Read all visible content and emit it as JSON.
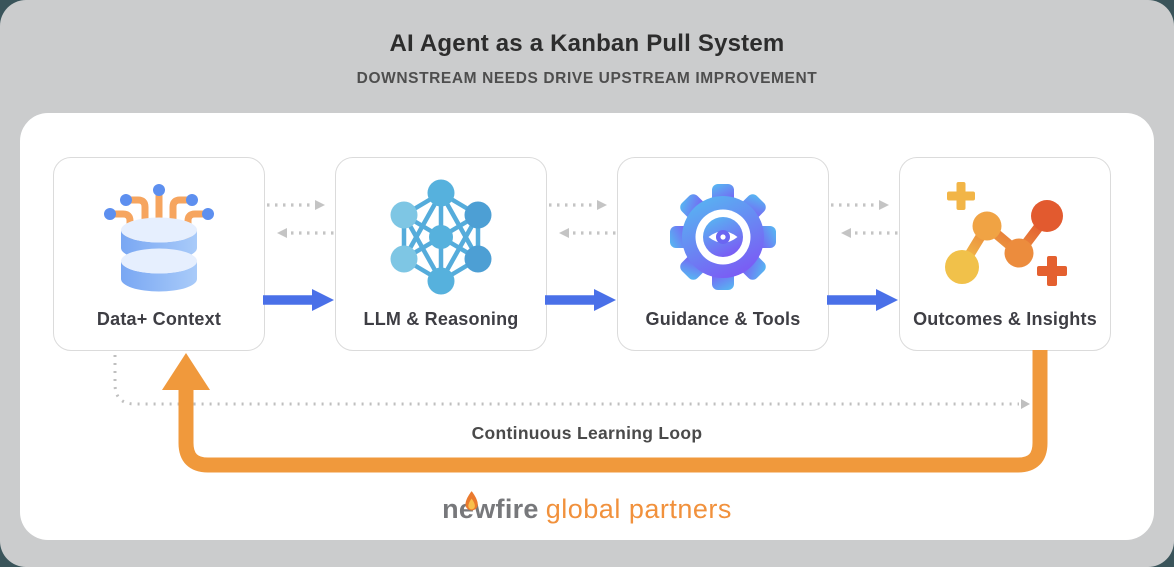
{
  "header": {
    "title": "AI Agent as a Kanban Pull System",
    "subtitle": "DOWNSTREAM NEEDS DRIVE UPSTREAM IMPROVEMENT"
  },
  "stages": [
    {
      "label": "Data+ Context",
      "icon": "database-icon"
    },
    {
      "label": "LLM & Reasoning",
      "icon": "neural-network-icon"
    },
    {
      "label": "Guidance & Tools",
      "icon": "gear-eye-icon"
    },
    {
      "label": "Outcomes & Insights",
      "icon": "metrics-nodes-icon"
    }
  ],
  "flow": {
    "loop_label": "Continuous Learning Loop"
  },
  "brand": {
    "name": "newfire",
    "suffix": "global partners"
  },
  "colors": {
    "canvas_bg": "#cbcccd",
    "behind_corner": "#3a545a",
    "card_bg": "#ffffff",
    "forward_arrow_blue": "#4a70e8",
    "loop_orange": "#f0993c",
    "dashed_gray": "#c4c4c4",
    "title_text": "#2d2d2d",
    "stage_label_text": "#3e3e44",
    "brand_gray": "#77787b",
    "brand_orange": "#f1913c"
  }
}
